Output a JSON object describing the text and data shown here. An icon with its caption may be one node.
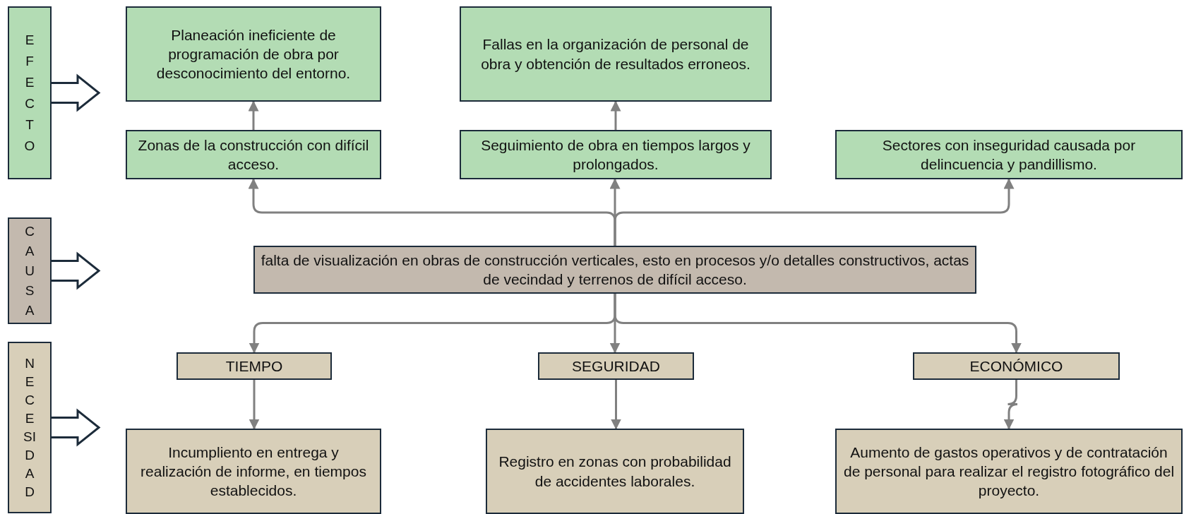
{
  "diagram": {
    "nodes": [
      {
        "text": [
          "EFECTO"
        ]
      },
      {
        "text": [
          "Planeación ineficiente de programación de obra por desconocimiento del entorno."
        ]
      },
      {
        "text": [
          "Fallas en la organización de personal de obra y obtención de resultados erroneos."
        ]
      },
      {
        "text": [
          "Zonas de la construcción con difícil acceso."
        ]
      },
      {
        "text": [
          "Seguimiento de obra en tiempos largos y prolongados."
        ]
      },
      {
        "text": [
          "Sectores con inseguridad causada por delincuencia y pandillismo."
        ]
      },
      {
        "text": [
          "CAUSA"
        ]
      },
      {
        "text": [
          "falta de visualización en obras de construcción verticales, esto en procesos y/o detalles constructivos, actas de vecindad y terrenos de difícil acceso."
        ]
      },
      {
        "text": [
          "NECESIDAD"
        ]
      },
      {
        "text": [
          "TIEMPO"
        ]
      },
      {
        "text": [
          "SEGURIDAD"
        ]
      },
      {
        "text": [
          "ECONÓMICO"
        ]
      },
      {
        "text": [
          "Incumpliento en entrega y realización de informe, en tiempos establecidos."
        ]
      },
      {
        "text": [
          "Registro en zonas con probabilidad de accidentes laborales."
        ]
      },
      {
        "text": [
          "Aumento de gastos operativos y de contratación de personal para realizar el registro fotográfico del proyecto."
        ]
      }
    ],
    "edges": [
      {
        "from": 0,
        "to": null,
        "arrow": "to"
      },
      {
        "from": 3,
        "to": 1,
        "arrow": "to"
      },
      {
        "from": 4,
        "to": 2,
        "arrow": "to"
      },
      {
        "from": 7,
        "to": 3,
        "arrow": "to"
      },
      {
        "from": 7,
        "to": 4,
        "arrow": "to"
      },
      {
        "from": 7,
        "to": 5,
        "arrow": "to"
      },
      {
        "from": 6,
        "to": null,
        "arrow": "to"
      },
      {
        "from": 7,
        "to": 9,
        "arrow": "to"
      },
      {
        "from": 7,
        "to": 10,
        "arrow": "to"
      },
      {
        "from": 7,
        "to": 11,
        "arrow": "to"
      },
      {
        "from": 8,
        "to": null,
        "arrow": "to"
      },
      {
        "from": 9,
        "to": 12,
        "arrow": "to"
      },
      {
        "from": 10,
        "to": 13,
        "arrow": "to"
      },
      {
        "from": 11,
        "to": 14,
        "arrow": "to"
      }
    ]
  }
}
